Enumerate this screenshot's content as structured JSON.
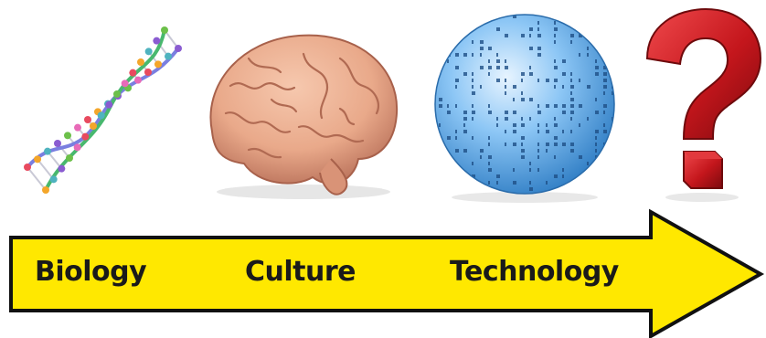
{
  "arrow": {
    "stages": [
      "Biology",
      "Culture",
      "Technology"
    ],
    "fill_color": "#ffe800",
    "stroke_color": "#111111"
  },
  "illustrations": [
    {
      "name": "dna-double-helix",
      "stage": "Biology"
    },
    {
      "name": "human-brain",
      "stage": "Culture"
    },
    {
      "name": "binary-globe",
      "stage": "Technology"
    },
    {
      "name": "question-mark",
      "stage": "unknown"
    }
  ],
  "colors": {
    "brain": "#e9a98a",
    "globe": "#5aa7e6",
    "question_mark": "#c4161c"
  }
}
